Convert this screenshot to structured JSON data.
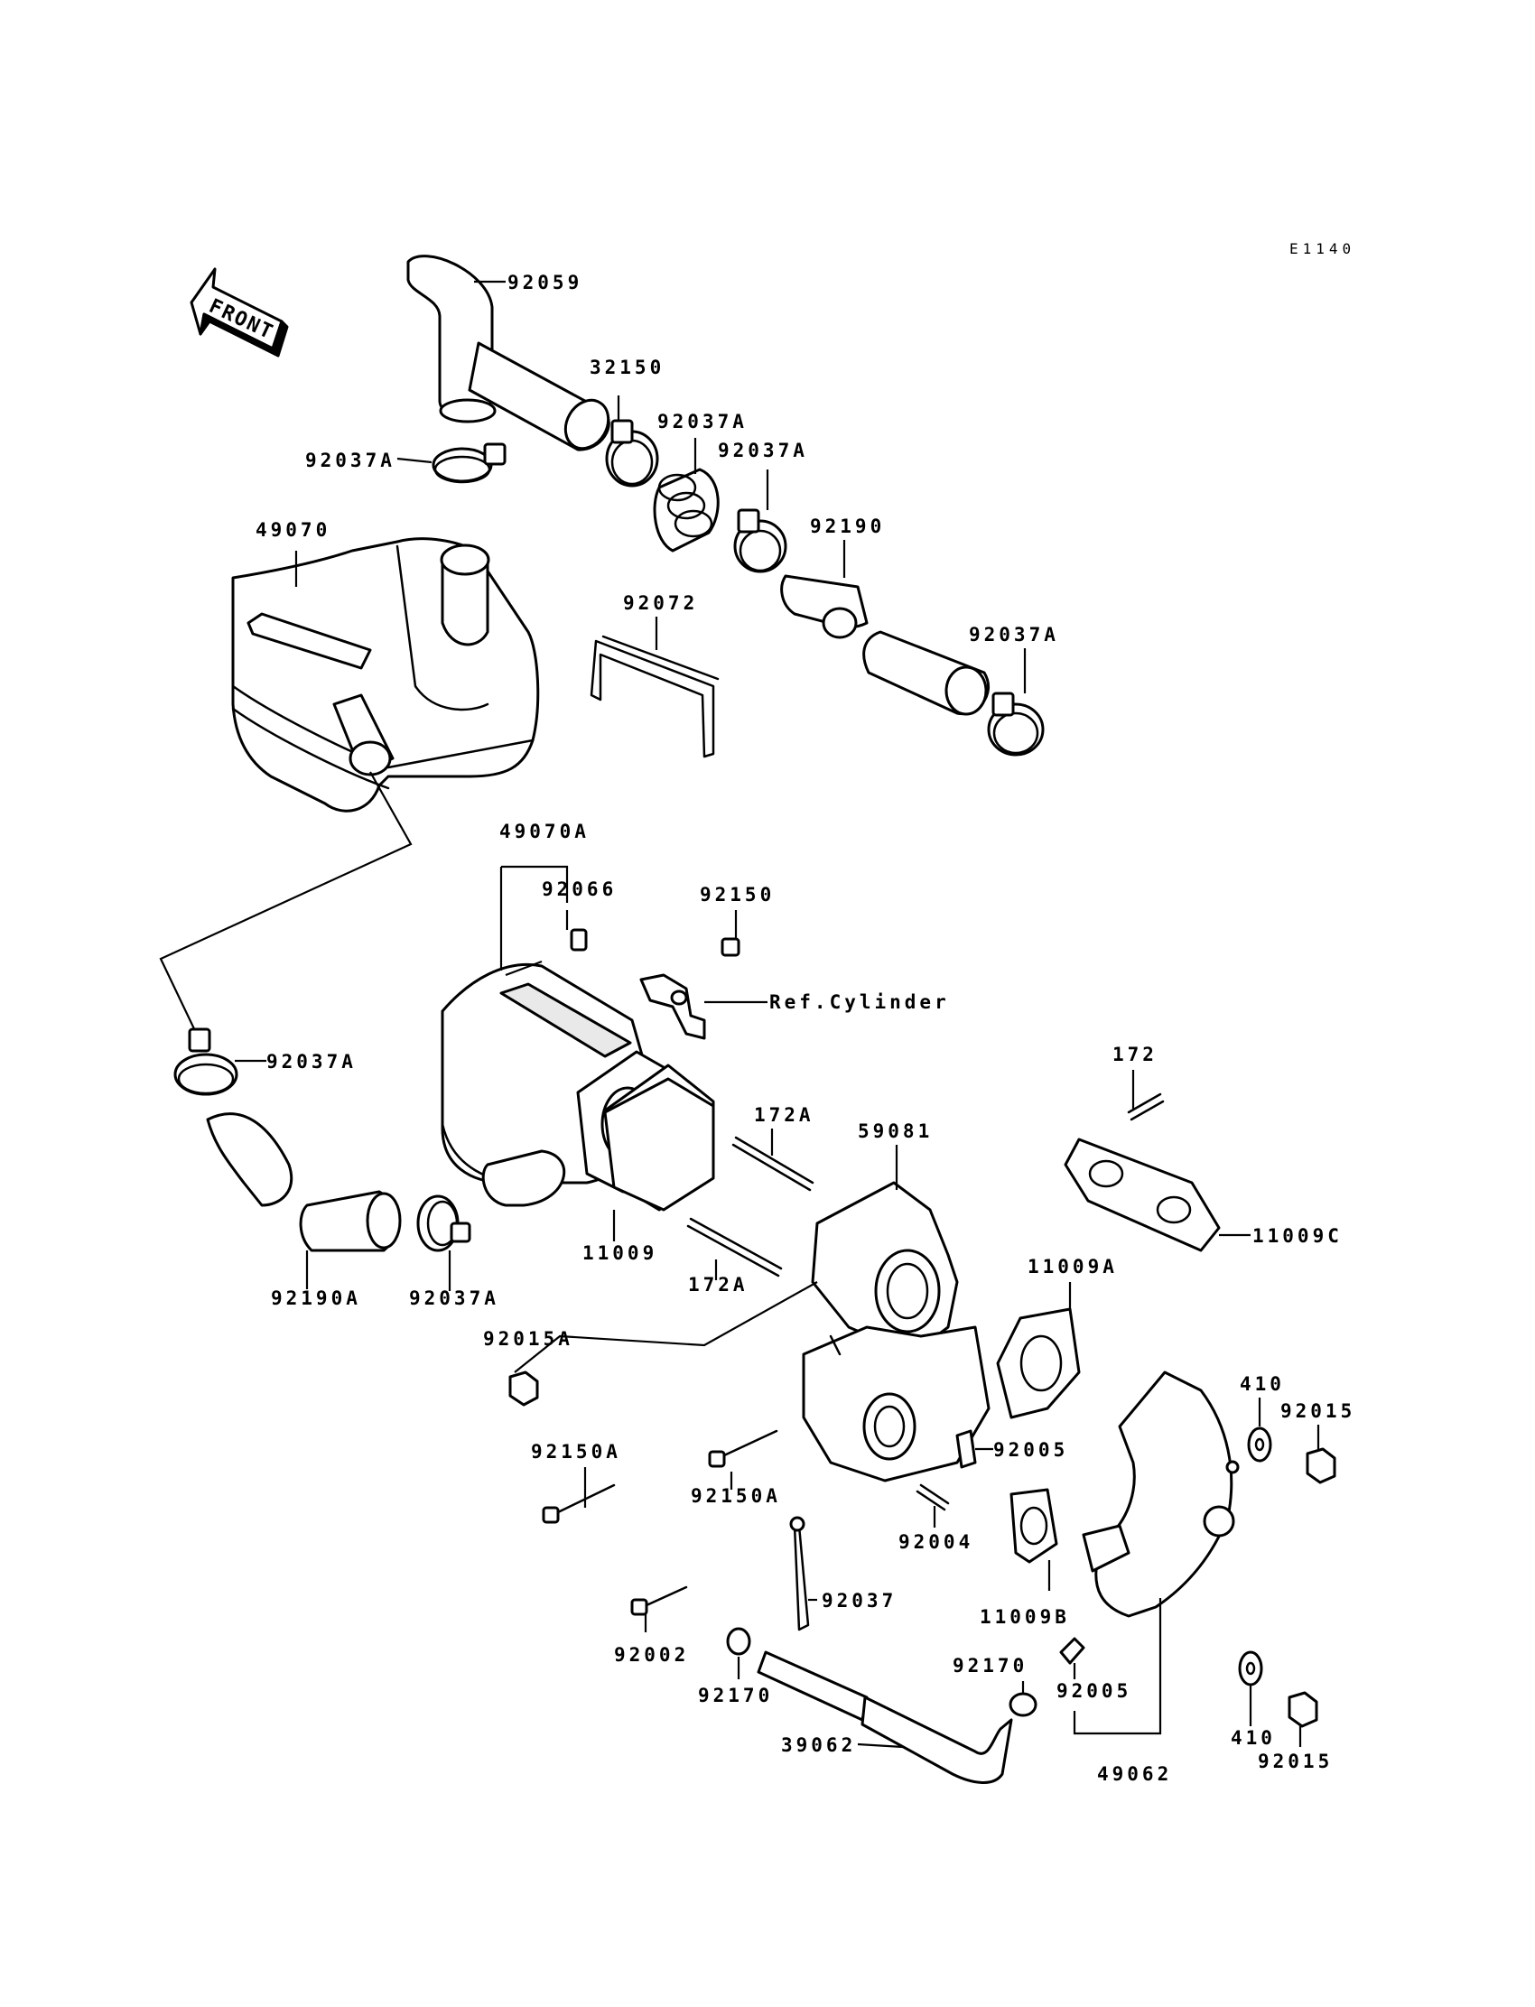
{
  "diagram_code": "E1140",
  "front_arrow_label": "FRONT",
  "reference_label": "Ref.Cylinder",
  "parts": [
    {
      "id": "p-92059",
      "label": "92059"
    },
    {
      "id": "p-92037a-1",
      "label": "92037A"
    },
    {
      "id": "p-32150",
      "label": "32150"
    },
    {
      "id": "p-92037a-2",
      "label": "92037A"
    },
    {
      "id": "p-92037a-3",
      "label": "92037A"
    },
    {
      "id": "p-49070",
      "label": "49070"
    },
    {
      "id": "p-92190",
      "label": "92190"
    },
    {
      "id": "p-92072",
      "label": "92072"
    },
    {
      "id": "p-92037a-4",
      "label": "92037A"
    },
    {
      "id": "p-49070a",
      "label": "49070A"
    },
    {
      "id": "p-92066",
      "label": "92066"
    },
    {
      "id": "p-92150",
      "label": "92150"
    },
    {
      "id": "p-92037a-5",
      "label": "92037A"
    },
    {
      "id": "p-172",
      "label": "172"
    },
    {
      "id": "p-172a-1",
      "label": "172A"
    },
    {
      "id": "p-59081",
      "label": "59081"
    },
    {
      "id": "p-11009c",
      "label": "11009C"
    },
    {
      "id": "p-11009",
      "label": "11009"
    },
    {
      "id": "p-172a-2",
      "label": "172A"
    },
    {
      "id": "p-92190a",
      "label": "92190A"
    },
    {
      "id": "p-92037a-6",
      "label": "92037A"
    },
    {
      "id": "p-11009a",
      "label": "11009A"
    },
    {
      "id": "p-92015a",
      "label": "92015A"
    },
    {
      "id": "p-410-1",
      "label": "410"
    },
    {
      "id": "p-92015-1",
      "label": "92015"
    },
    {
      "id": "p-92005-1",
      "label": "92005"
    },
    {
      "id": "p-92150a-1",
      "label": "92150A"
    },
    {
      "id": "p-92150a-2",
      "label": "92150A"
    },
    {
      "id": "p-92004",
      "label": "92004"
    },
    {
      "id": "p-11009b",
      "label": "11009B"
    },
    {
      "id": "p-92037",
      "label": "92037"
    },
    {
      "id": "p-92002",
      "label": "92002"
    },
    {
      "id": "p-92170-1",
      "label": "92170"
    },
    {
      "id": "p-92170-2",
      "label": "92170"
    },
    {
      "id": "p-92005-2",
      "label": "92005"
    },
    {
      "id": "p-39062",
      "label": "39062"
    },
    {
      "id": "p-410-2",
      "label": "410"
    },
    {
      "id": "p-49062",
      "label": "49062"
    },
    {
      "id": "p-92015-2",
      "label": "92015"
    }
  ]
}
